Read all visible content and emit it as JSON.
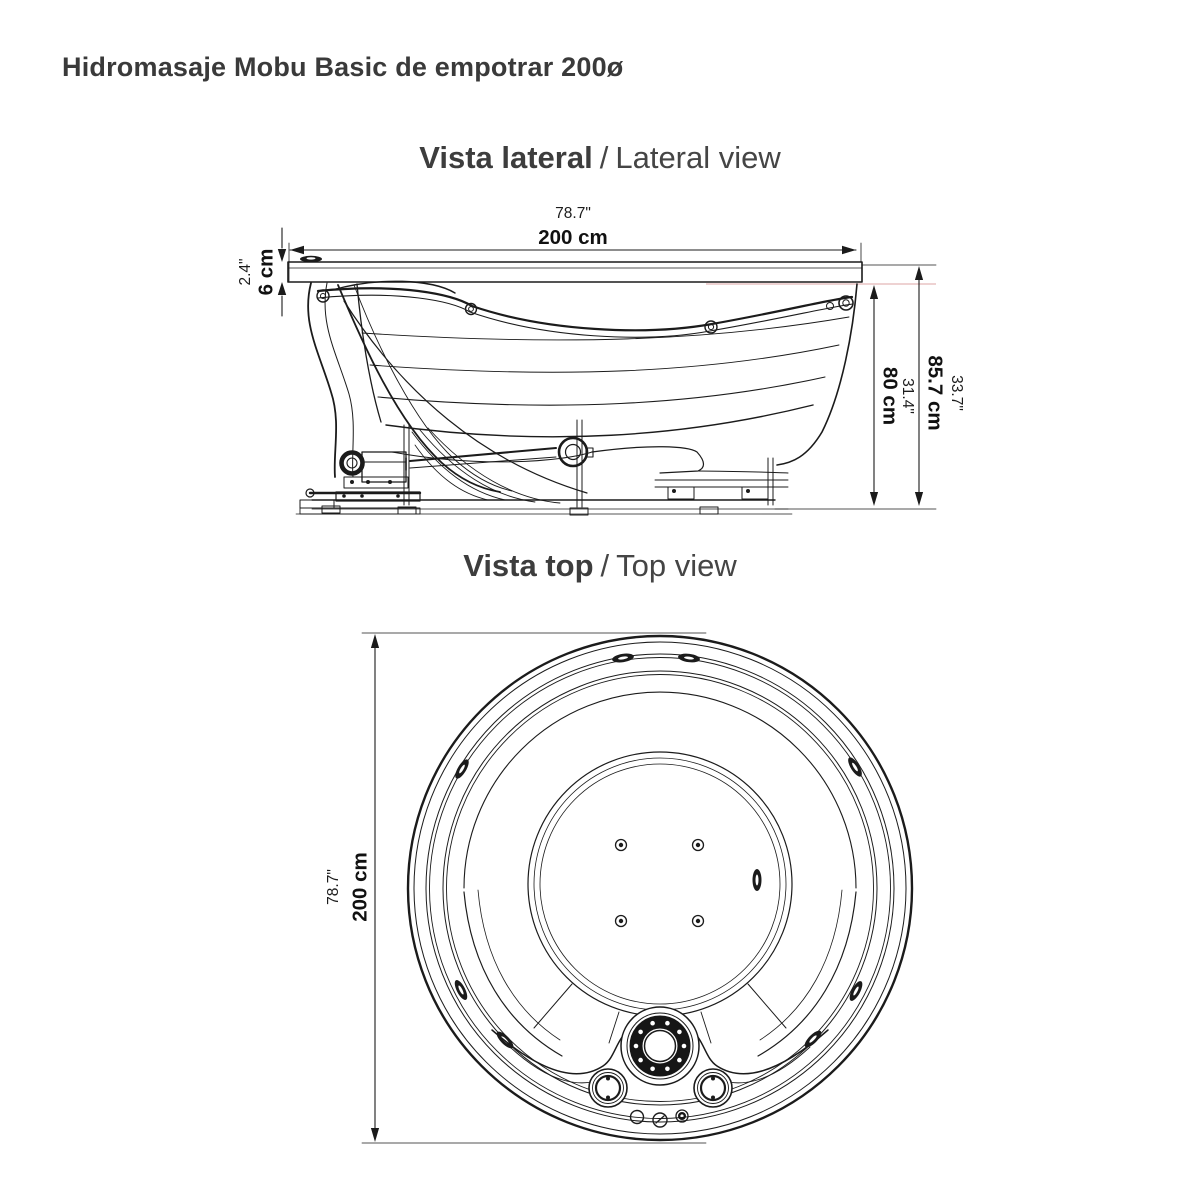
{
  "page": {
    "title": "Hidromasaje Mobu Basic de empotrar 200ø",
    "colors": {
      "background": "#ffffff",
      "line": "#1b1b1b",
      "heading_text": "#3d3d3d",
      "extension_pink": "#e4b6b6"
    }
  },
  "lateral_view": {
    "heading": {
      "bold": "Vista lateral",
      "separator": "/",
      "light": "Lateral view"
    },
    "dimensions": {
      "width_in": "78.7\"",
      "width_cm": "200 cm",
      "rim_in": "2.4\"",
      "rim_cm": "6 cm",
      "total_in": "33.7\"",
      "total_cm": "85.7 cm",
      "inner_in": "31.4\"",
      "inner_cm": "80 cm"
    }
  },
  "top_view": {
    "heading": {
      "bold": "Vista top",
      "separator": "/",
      "light": "Top view"
    },
    "dimensions": {
      "diameter_in": "78.7\"",
      "diameter_cm": "200 cm"
    }
  }
}
